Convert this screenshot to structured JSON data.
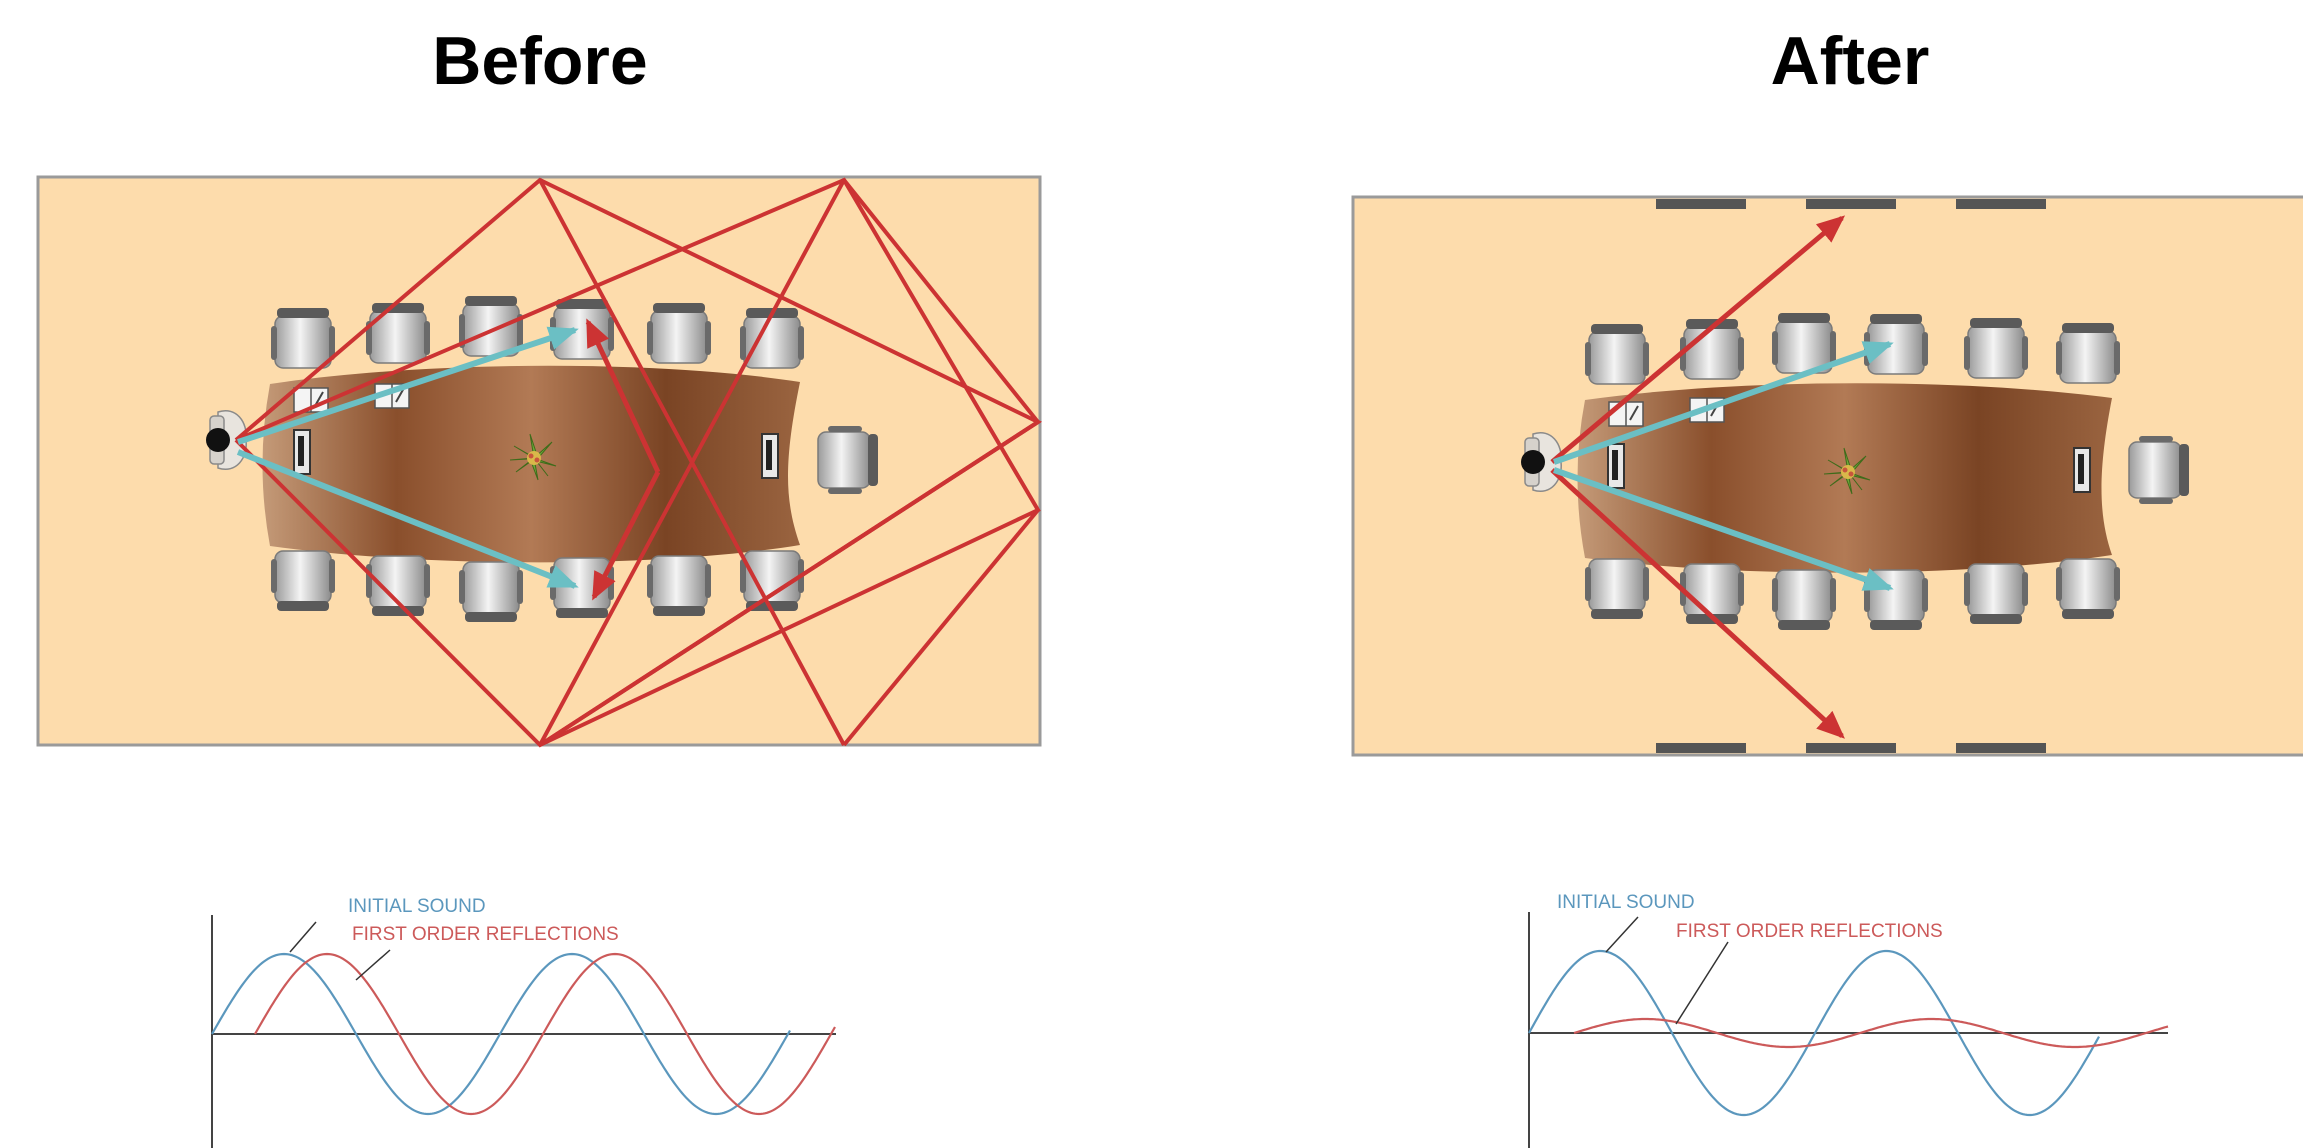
{
  "before": {
    "title": "Before",
    "graph": {
      "initial_label": "INITIAL SOUND",
      "reflection_label": "FIRST ORDER REFLECTIONS"
    }
  },
  "after": {
    "title": "After",
    "graph": {
      "initial_label": "INITIAL SOUND",
      "reflection_label": "FIRST ORDER REFLECTIONS"
    }
  },
  "colors": {
    "room_floor": "#fddcac",
    "room_border": "#9a9a9a",
    "table_dark": "#6e3a1f",
    "table_light": "#b98863",
    "reflection_red": "#cc3333",
    "direct_teal": "#6bbfc4",
    "initial_wave": "#5b97bd",
    "reflection_wave": "#cc5a5a",
    "panel_dark": "#555555"
  },
  "icons": [
    "person-icon",
    "chair-icon",
    "laptop-icon",
    "plant-icon",
    "notepad-icon",
    "acoustic-panel-icon"
  ]
}
